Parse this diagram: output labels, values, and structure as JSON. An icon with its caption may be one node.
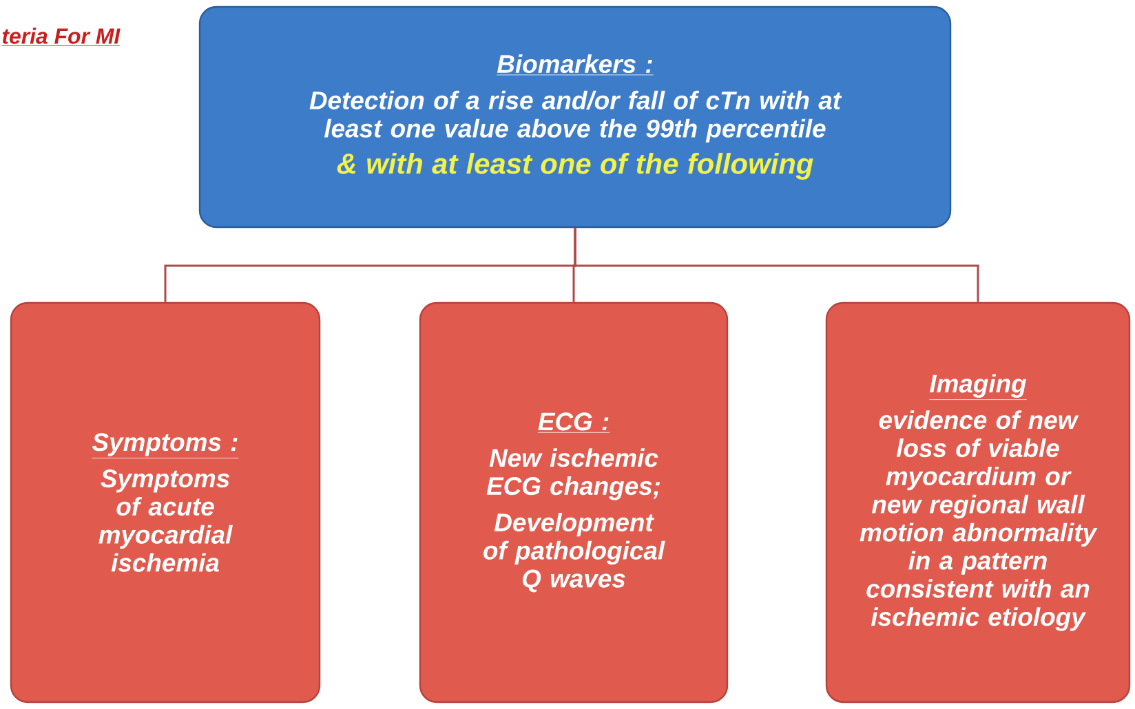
{
  "diagram": {
    "title": "teria For MI",
    "nodes": [
      {
        "text": [
          "Biomarkers :",
          "Detection of a rise and/or fall of cTn with at least one value above the 99th percentile",
          "& with at least one of the following"
        ]
      },
      {
        "text": [
          "Symptoms :",
          "Symptoms of acute myocardial ischemia"
        ]
      },
      {
        "text": [
          "ECG :",
          "New ischemic ECG changes;",
          "Development of pathological Q waves"
        ]
      },
      {
        "text": [
          "Imaging",
          "evidence of new loss of viable myocardium or new regional wall motion abnormality in a pattern consistent with an ischemic etiology"
        ]
      }
    ],
    "edges": [
      {
        "from": 0,
        "to": 1,
        "arrow": "none"
      },
      {
        "from": 0,
        "to": 2,
        "arrow": "none"
      },
      {
        "from": 0,
        "to": 3,
        "arrow": "none"
      }
    ]
  }
}
